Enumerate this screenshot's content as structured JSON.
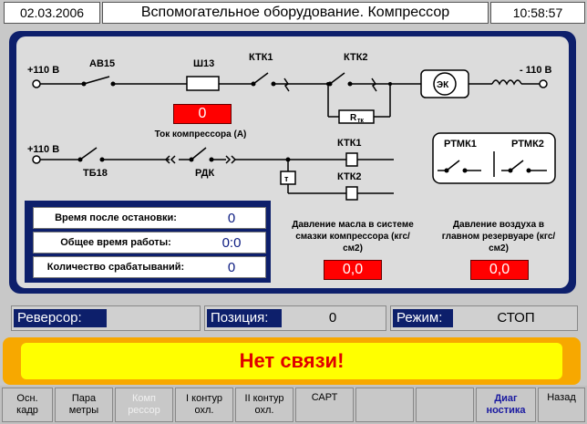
{
  "header": {
    "date": "02.03.2006",
    "title": "Вспомогательное оборудование. Компрессор",
    "time": "10:58:57"
  },
  "diagram": {
    "plus110_top": "+110 В",
    "plus110_bottom": "+110 В",
    "minus110": "- 110 В",
    "av15": "АВ15",
    "sh13": "Ш13",
    "ktk1_top": "КТК1",
    "ktk2_top": "КТК2",
    "ek": "ЭК",
    "rtk": "R",
    "rtk_sub": "тк",
    "tb18": "ТБ18",
    "rdk": "РДК",
    "ktk1_coil": "КТК1",
    "ktk2_coil": "КТК2",
    "t_block": "т",
    "rtmk1": "РТМК1",
    "rtmk2": "РТМК2"
  },
  "current": {
    "value": "0",
    "label": "Ток компрессора (А)"
  },
  "info": [
    {
      "label": "Время после остановки:",
      "value": "0"
    },
    {
      "label": "Общее время работы:",
      "value": "0:0"
    },
    {
      "label": "Количество срабатываний:",
      "value": "0"
    }
  ],
  "oil": {
    "label": "Давление масла в системе смазки компрессора (кгс/см2)",
    "value": "0,0"
  },
  "air": {
    "label": "Давление воздуха в главном резервуаре (кгс/см2)",
    "value": "0,0"
  },
  "status": {
    "reversor_label": "Реверсор:",
    "reversor_value": "",
    "position_label": "Позиция:",
    "position_value": "0",
    "mode_label": "Режим:",
    "mode_value": "СТОП"
  },
  "alarm": {
    "text": "Нет связи!",
    "colors": {
      "outer": "#f7a800",
      "inner": "#ffff00",
      "text": "#e00000"
    }
  },
  "buttons": [
    {
      "label": "Осн.\nкадр",
      "state": "normal"
    },
    {
      "label": "Пара\nметры",
      "state": "normal"
    },
    {
      "label": "Комп\nрессор",
      "state": "disabled"
    },
    {
      "label": "I контур\nохл.",
      "state": "normal"
    },
    {
      "label": "II контур\nохл.",
      "state": "normal"
    },
    {
      "label": "САРТ",
      "state": "normal"
    },
    {
      "label": "",
      "state": "normal"
    },
    {
      "label": "",
      "state": "normal"
    },
    {
      "label": "Диаг\nностика",
      "state": "active"
    },
    {
      "label": "Назад",
      "state": "normal"
    }
  ]
}
